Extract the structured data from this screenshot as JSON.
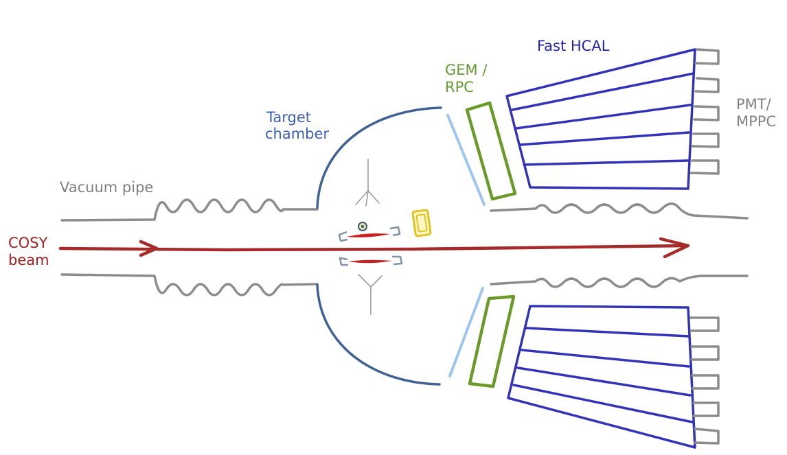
{
  "labels": {
    "vacuum_pipe": "Vacuum pipe",
    "beam_line1": "COSY",
    "beam_line2": "beam",
    "target_line1": "Target",
    "target_line2": "chamber",
    "gem_line1": "GEM /",
    "gem_line2": "RPC",
    "hcal": "Fast HCAL",
    "pmt_line1": "PMT/",
    "pmt_line2": "MPPC"
  },
  "colors": {
    "pipe": "#8c8c8c",
    "beam": "#a52b2b",
    "target_chamber": "#3f6195",
    "gem_rpc": "#6a9a2a",
    "gem_inner": "#9dc6f0",
    "hcal": "#3333b8",
    "target_sample": "#e0c227",
    "target_strip": "#c72222"
  }
}
